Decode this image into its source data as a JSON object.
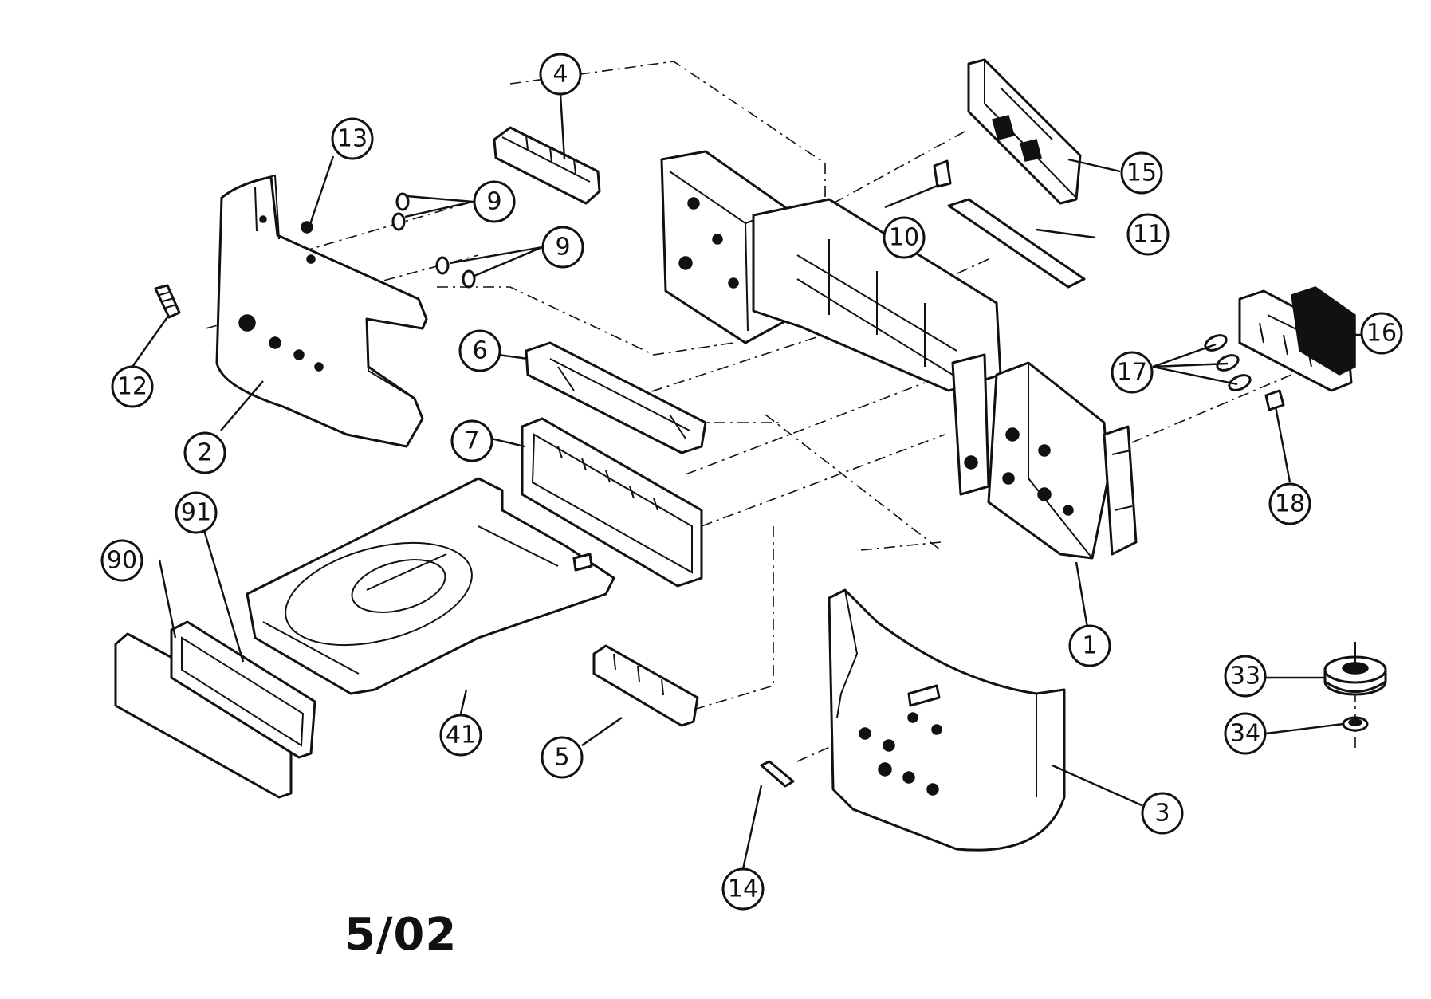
{
  "footer": {
    "code": "5/02"
  },
  "callouts": {
    "c1": "1",
    "c2": "2",
    "c3": "3",
    "c4": "4",
    "c5": "5",
    "c6": "6",
    "c7": "7",
    "c9a": "9",
    "c9b": "9",
    "c10": "10",
    "c11": "11",
    "c12": "12",
    "c13": "13",
    "c14": "14",
    "c15": "15",
    "c16": "16",
    "c17": "17",
    "c18": "18",
    "c33": "33",
    "c34": "34",
    "c41": "41",
    "c90": "90",
    "c91": "91"
  }
}
